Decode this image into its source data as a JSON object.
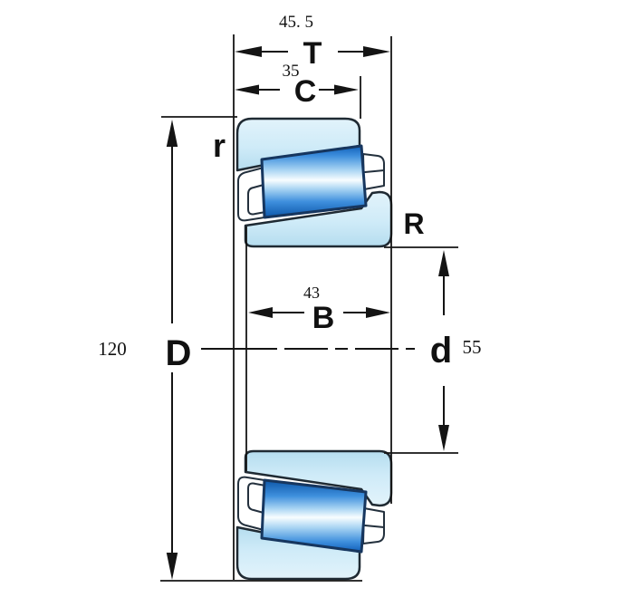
{
  "diagram": {
    "dims": {
      "T": {
        "label": "T",
        "value": "45. 5"
      },
      "C": {
        "label": "C",
        "value": "35"
      },
      "B": {
        "label": "B",
        "value": "43"
      },
      "D": {
        "label": "D",
        "value": "120"
      },
      "d": {
        "label": "d",
        "value": "55"
      },
      "R": {
        "label": "R"
      },
      "r": {
        "label": "r"
      }
    },
    "colors": {
      "outline": "#1f2a33",
      "dimension": "#141414",
      "text": "#111111",
      "ring_light": "#e2f3fb",
      "ring_fill": "#cfebf8",
      "ring_shade": "#b5ddef",
      "roller_deep": "#0d57a9",
      "roller_dark": "#1160ba",
      "roller_mid": "#3e8fdd",
      "roller_pale": "#aad5f3",
      "roller_white": "#f8fdff",
      "cage_fill": "#ffffff",
      "background": "#ffffff"
    }
  }
}
